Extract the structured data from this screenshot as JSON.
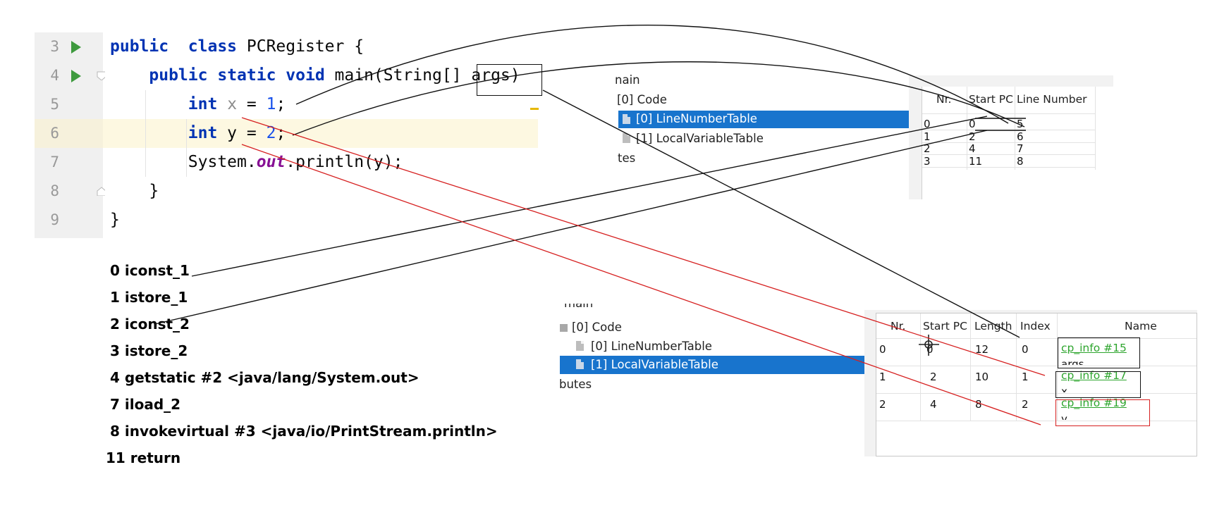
{
  "editor": {
    "lines": [
      {
        "num": "3",
        "tokens": [
          [
            "kw",
            "public"
          ],
          [
            "",
            "  "
          ],
          [
            "kw",
            "class"
          ],
          [
            "",
            " PCRegister {"
          ]
        ]
      },
      {
        "num": "4",
        "tokens": [
          [
            "",
            "    "
          ],
          [
            "kw",
            "public"
          ],
          [
            "",
            " "
          ],
          [
            "kw",
            "static"
          ],
          [
            "",
            " "
          ],
          [
            "kw",
            "void"
          ],
          [
            "",
            " main(String[] args)"
          ]
        ]
      },
      {
        "num": "5",
        "tokens": [
          [
            "",
            "        "
          ],
          [
            "kw",
            "int"
          ],
          [
            "",
            " "
          ],
          [
            "unused",
            "x"
          ],
          [
            "",
            " = "
          ],
          [
            "num",
            "1"
          ],
          [
            "",
            ";"
          ]
        ]
      },
      {
        "num": "6",
        "tokens": [
          [
            "",
            "        "
          ],
          [
            "kw",
            "int"
          ],
          [
            "",
            " y = "
          ],
          [
            "num",
            "2"
          ],
          [
            "",
            ";"
          ]
        ]
      },
      {
        "num": "7",
        "tokens": [
          [
            "",
            "        System."
          ],
          [
            "static-field",
            "out"
          ],
          [
            "",
            ".println(y);"
          ]
        ]
      },
      {
        "num": "8",
        "tokens": [
          [
            "",
            "    }"
          ]
        ]
      },
      {
        "num": "9",
        "tokens": [
          [
            "",
            "}"
          ]
        ]
      }
    ]
  },
  "bytecode": [
    "0 iconst_1",
    "1 istore_1",
    "2 iconst_2",
    "3 istore_2",
    "4 getstatic #2 <java/lang/System.out>",
    "7 iload_2",
    "8 invokevirtual #3 <java/io/PrintStream.println>",
    "11 return"
  ],
  "tree_top": {
    "method": "nain",
    "code": "[0] Code",
    "line_number_table": "[0] LineNumberTable",
    "local_variable_table": "[1] LocalVariableTable",
    "attributes": "tes"
  },
  "tree_bottom": {
    "method": "main",
    "code": "[0] Code",
    "line_number_table": "[0] LineNumberTable",
    "local_variable_table": "[1] LocalVariableTable",
    "attributes": "butes"
  },
  "line_number_table": {
    "headers": [
      "Nr.",
      "Start PC",
      "Line Number"
    ],
    "rows": [
      [
        "0",
        "0",
        "5"
      ],
      [
        "1",
        "2",
        "6"
      ],
      [
        "2",
        "4",
        "7"
      ],
      [
        "3",
        "11",
        "8"
      ]
    ]
  },
  "local_variable_table": {
    "headers": [
      "Nr.",
      "Start PC",
      "Length",
      "Index",
      "Name"
    ],
    "rows": [
      {
        "nr": "0",
        "start_pc": "0",
        "length": "12",
        "index": "0",
        "name_ref": "cp_info #15",
        "name": "args"
      },
      {
        "nr": "1",
        "start_pc": "2",
        "length": "10",
        "index": "1",
        "name_ref": "cp_info #17",
        "name": "x"
      },
      {
        "nr": "2",
        "start_pc": "4",
        "length": "8",
        "index": "2",
        "name_ref": "cp_info #19",
        "name": "y"
      }
    ]
  },
  "colors": {
    "keyword": "#0033b3",
    "number": "#1750eb",
    "static_field": "#871094",
    "selection": "#1874cd",
    "link": "#2ea52e",
    "red_line": "#d62020",
    "run_icon": "#3e9a3e"
  }
}
